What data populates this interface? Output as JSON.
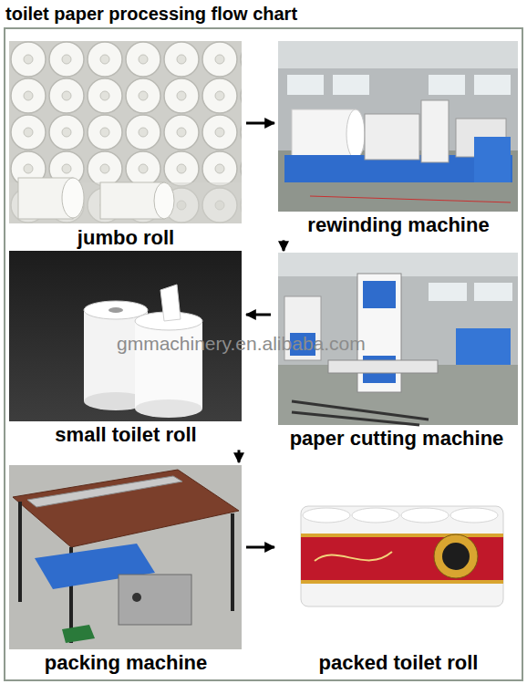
{
  "diagram": {
    "title": "toilet paper processing flow chart",
    "nodes": [
      {
        "text": [
          "jumbo roll"
        ]
      },
      {
        "text": [
          "rewinding machine"
        ]
      },
      {
        "text": [
          "paper cutting machine"
        ]
      },
      {
        "text": [
          "small toilet roll"
        ]
      },
      {
        "text": [
          "packing machine"
        ]
      },
      {
        "text": [
          "packed toilet roll"
        ]
      }
    ],
    "edges": [
      {
        "from": 0,
        "to": 1,
        "arrow": "to"
      },
      {
        "from": 1,
        "to": 2,
        "arrow": "to"
      },
      {
        "from": 2,
        "to": 3,
        "arrow": "to"
      },
      {
        "from": 3,
        "to": 4,
        "arrow": "to"
      },
      {
        "from": 4,
        "to": 5,
        "arrow": "to"
      }
    ],
    "labels": [
      "gmmachinery.en.alibaba.com"
    ]
  }
}
